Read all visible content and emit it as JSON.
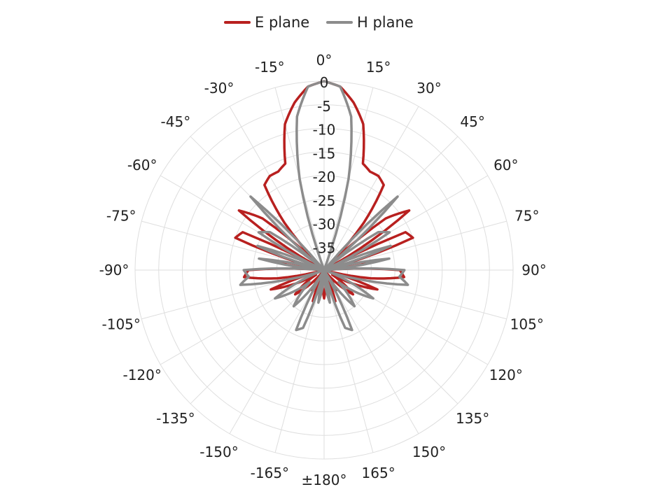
{
  "chart_data": {
    "type": "polar-line",
    "title": "",
    "angle_unit": "deg",
    "angle_ticks": [
      {
        "angle": 0,
        "label": "0°"
      },
      {
        "angle": 15,
        "label": "15°"
      },
      {
        "angle": 30,
        "label": "30°"
      },
      {
        "angle": 45,
        "label": "45°"
      },
      {
        "angle": 60,
        "label": "60°"
      },
      {
        "angle": 75,
        "label": "75°"
      },
      {
        "angle": 90,
        "label": "90°"
      },
      {
        "angle": 105,
        "label": "105°"
      },
      {
        "angle": 120,
        "label": "120°"
      },
      {
        "angle": 135,
        "label": "135°"
      },
      {
        "angle": 150,
        "label": "150°"
      },
      {
        "angle": 165,
        "label": "165°"
      },
      {
        "angle": 180,
        "label": "±180°"
      },
      {
        "angle": -165,
        "label": "-165°"
      },
      {
        "angle": -150,
        "label": "-150°"
      },
      {
        "angle": -135,
        "label": "-135°"
      },
      {
        "angle": -120,
        "label": "-120°"
      },
      {
        "angle": -105,
        "label": "-105°"
      },
      {
        "angle": -90,
        "label": "-90°"
      },
      {
        "angle": -75,
        "label": "-75°"
      },
      {
        "angle": -60,
        "label": "-60°"
      },
      {
        "angle": -45,
        "label": "-45°"
      },
      {
        "angle": -30,
        "label": "-30°"
      },
      {
        "angle": -15,
        "label": "-15°"
      }
    ],
    "radial_axis": {
      "unit": "dB",
      "range": [
        -40,
        0
      ],
      "ticks": [
        0,
        -5,
        -10,
        -15,
        -20,
        -25,
        -30,
        -35
      ],
      "tick_labels": [
        "0",
        "-5",
        "-10",
        "-15",
        "-20",
        "-25",
        "-30",
        "-35"
      ]
    },
    "grid": true,
    "legend": {
      "position": "top-center"
    },
    "series": [
      {
        "name": "E plane",
        "color": "#b8201f",
        "angles": [
          -180,
          -170,
          -160,
          -155,
          -150,
          -140,
          -130,
          -120,
          -110,
          -105,
          -100,
          -95,
          -90,
          -85,
          -80,
          -75,
          -70,
          -65,
          -62,
          -58,
          -55,
          -50,
          -45,
          -40,
          -35,
          -30,
          -25,
          -20,
          -15,
          -10,
          -5,
          0,
          5,
          10,
          15,
          20,
          25,
          30,
          35,
          40,
          45,
          50,
          55,
          58,
          62,
          65,
          70,
          75,
          80,
          85,
          90,
          95,
          100,
          105,
          110,
          120,
          130,
          140,
          150,
          155,
          160,
          170,
          180
        ],
        "values": [
          -34,
          -39,
          -33,
          -39,
          -35,
          -39,
          -32,
          -38,
          -28,
          -40,
          -30,
          -23,
          -24,
          -40,
          -27,
          -40,
          -20,
          -21,
          -40,
          -28,
          -18,
          -23,
          -40,
          -27,
          -18,
          -17,
          -17,
          -16,
          -8,
          -4,
          -1,
          0,
          -1,
          -4,
          -8,
          -16,
          -17,
          -17,
          -18,
          -27,
          -40,
          -23,
          -18,
          -28,
          -40,
          -21,
          -20,
          -40,
          -27,
          -40,
          -24,
          -23,
          -30,
          -40,
          -28,
          -38,
          -32,
          -39,
          -35,
          -39,
          -33,
          -39,
          -34
        ]
      },
      {
        "name": "H plane",
        "color": "#8c8c8c",
        "angles": [
          -180,
          -170,
          -165,
          -160,
          -155,
          -150,
          -140,
          -130,
          -120,
          -110,
          -105,
          -100,
          -95,
          -90,
          -85,
          -80,
          -75,
          -70,
          -65,
          -60,
          -55,
          -50,
          -45,
          -40,
          -35,
          -30,
          -25,
          -20,
          -15,
          -10,
          -5,
          0,
          5,
          10,
          15,
          20,
          25,
          30,
          35,
          40,
          45,
          50,
          55,
          60,
          65,
          70,
          75,
          80,
          85,
          90,
          95,
          100,
          105,
          110,
          120,
          130,
          140,
          150,
          155,
          160,
          165,
          170,
          180
        ],
        "values": [
          -40,
          -33,
          -40,
          -27,
          -26,
          -40,
          -30,
          -36,
          -28,
          -40,
          -33,
          -22,
          -24,
          -23,
          -40,
          -26,
          -40,
          -25,
          -40,
          -24,
          -26,
          -40,
          -18,
          -40,
          -40,
          -40,
          -40,
          -40,
          -20,
          -7,
          -1,
          0,
          -1,
          -7,
          -20,
          -40,
          -40,
          -40,
          -40,
          -40,
          -18,
          -40,
          -26,
          -24,
          -40,
          -25,
          -40,
          -26,
          -40,
          -23,
          -24,
          -22,
          -33,
          -40,
          -28,
          -36,
          -30,
          -40,
          -26,
          -27,
          -40,
          -33,
          -40
        ]
      }
    ]
  }
}
